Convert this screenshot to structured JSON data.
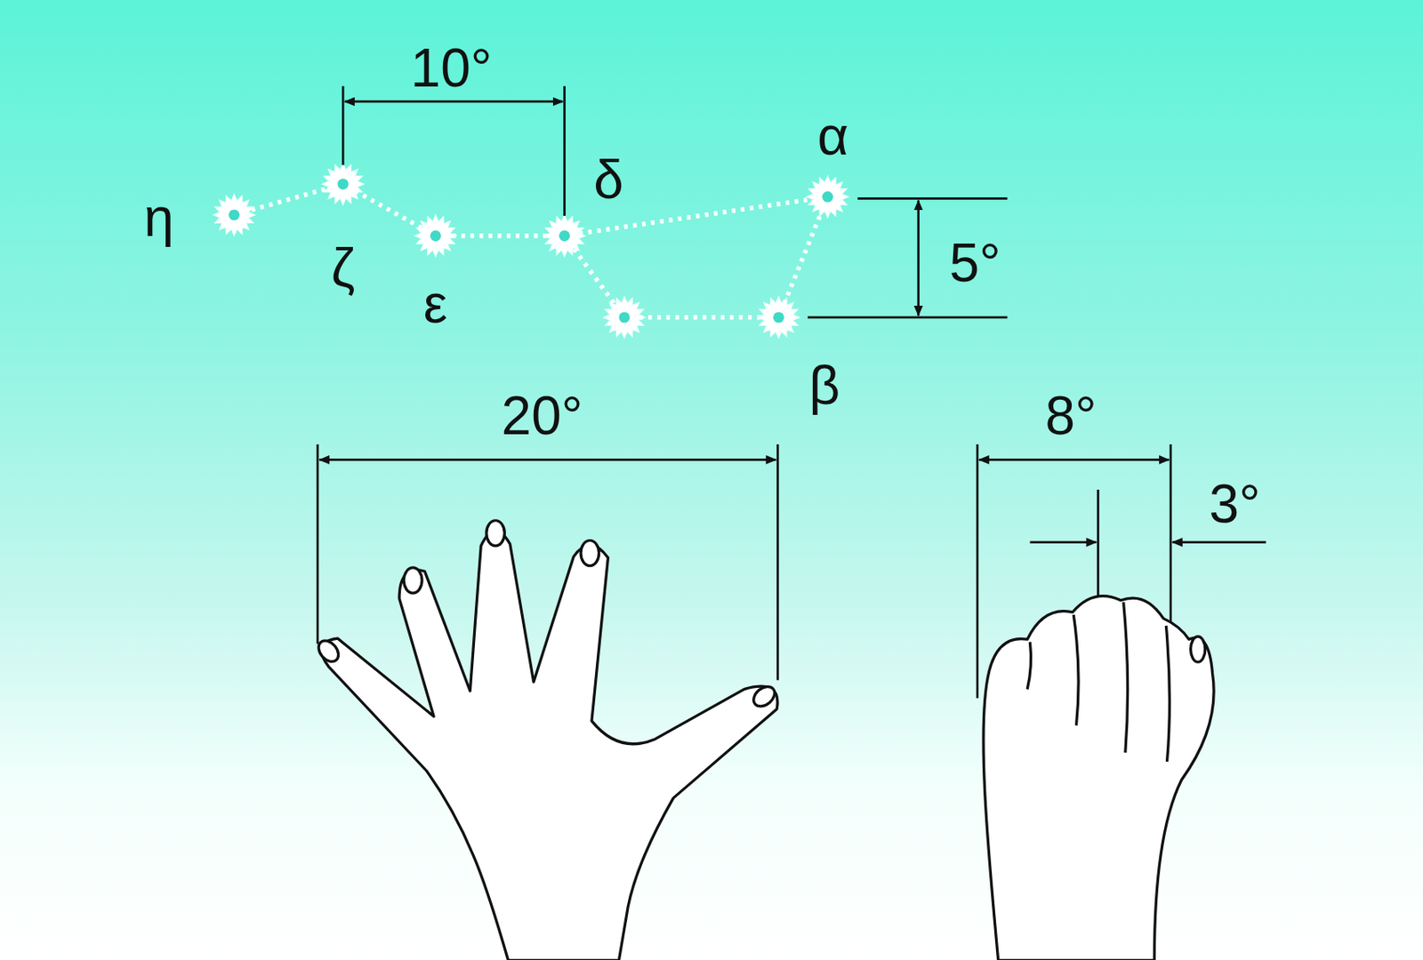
{
  "diagram": {
    "labels": [
      "10°",
      "η",
      "ζ",
      "δ",
      "ε",
      "α",
      "5°",
      "β",
      "20°",
      "8°",
      "3°"
    ]
  }
}
